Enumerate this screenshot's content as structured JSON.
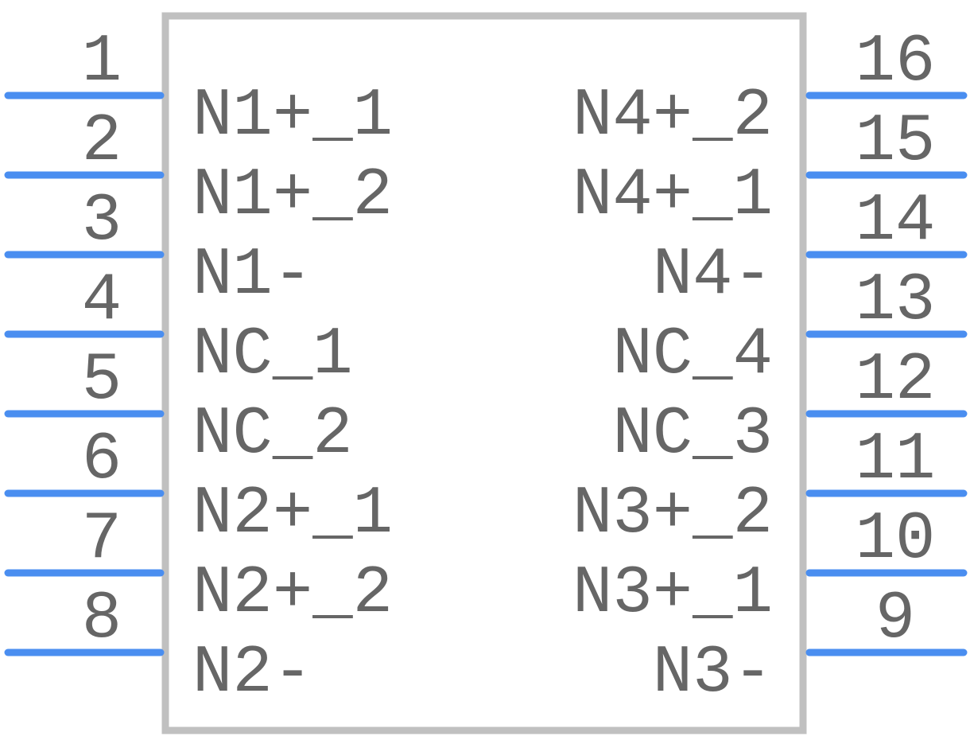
{
  "colors": {
    "body_outline": "#c0c0c0",
    "pin_line": "#4a8ef0",
    "text": "#666666",
    "background": "#ffffff"
  },
  "left_pins": [
    {
      "number": "1",
      "name": "N1+_1"
    },
    {
      "number": "2",
      "name": "N1+_2"
    },
    {
      "number": "3",
      "name": "N1-"
    },
    {
      "number": "4",
      "name": "NC_1"
    },
    {
      "number": "5",
      "name": "NC_2"
    },
    {
      "number": "6",
      "name": "N2+_1"
    },
    {
      "number": "7",
      "name": "N2+_2"
    },
    {
      "number": "8",
      "name": "N2-"
    }
  ],
  "right_pins": [
    {
      "number": "16",
      "name": "N4+_2"
    },
    {
      "number": "15",
      "name": "N4+_1"
    },
    {
      "number": "14",
      "name": "N4-"
    },
    {
      "number": "13",
      "name": "NC_4"
    },
    {
      "number": "12",
      "name": "NC_3"
    },
    {
      "number": "11",
      "name": "N3+_2"
    },
    {
      "number": "10",
      "name": "N3+_1"
    },
    {
      "number": "9",
      "name": "N3-"
    }
  ]
}
